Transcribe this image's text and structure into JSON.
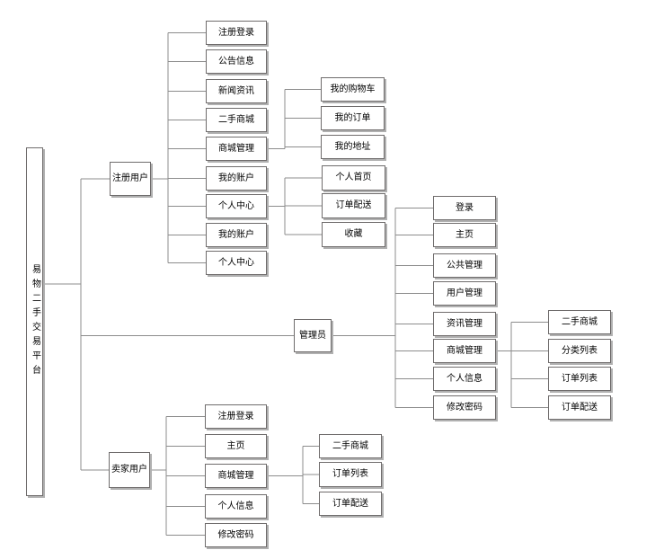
{
  "colors": {
    "background": "#ffffff",
    "line": "#8c8c8c",
    "box_border": "#6f6c6c",
    "box_fill": "#ffffff",
    "box_shadow": "#b0b0b0",
    "text": "#000000"
  },
  "diagram": {
    "root": {
      "label": "易物二手交易平台"
    },
    "branches": [
      {
        "label": "注册用户",
        "children": [
          {
            "label": "注册登录"
          },
          {
            "label": "公告信息"
          },
          {
            "label": "新闻资讯"
          },
          {
            "label": "二手商城"
          },
          {
            "label": "商城管理",
            "children": [
              {
                "label": "我的购物车"
              },
              {
                "label": "我的订单"
              },
              {
                "label": "我的地址"
              }
            ]
          },
          {
            "label": "我的账户"
          },
          {
            "label": "个人中心",
            "children": [
              {
                "label": "个人首页"
              },
              {
                "label": "订单配送"
              },
              {
                "label": "收藏"
              }
            ]
          },
          {
            "label": "我的账户"
          },
          {
            "label": "个人中心"
          }
        ]
      },
      {
        "label": "管理员",
        "children": [
          {
            "label": "登录"
          },
          {
            "label": "主页"
          },
          {
            "label": "公共管理"
          },
          {
            "label": "用户管理"
          },
          {
            "label": "资讯管理"
          },
          {
            "label": "商城管理",
            "children": [
              {
                "label": "二手商城"
              },
              {
                "label": "分类列表"
              },
              {
                "label": "订单列表"
              },
              {
                "label": "订单配送"
              }
            ]
          },
          {
            "label": "个人信息"
          },
          {
            "label": "修改密码"
          }
        ]
      },
      {
        "label": "卖家用户",
        "children": [
          {
            "label": "注册登录"
          },
          {
            "label": "主页"
          },
          {
            "label": "商城管理",
            "children": [
              {
                "label": "二手商城"
              },
              {
                "label": "订单列表"
              },
              {
                "label": "订单配送"
              }
            ]
          },
          {
            "label": "个人信息"
          },
          {
            "label": "修改密码"
          }
        ]
      }
    ]
  }
}
